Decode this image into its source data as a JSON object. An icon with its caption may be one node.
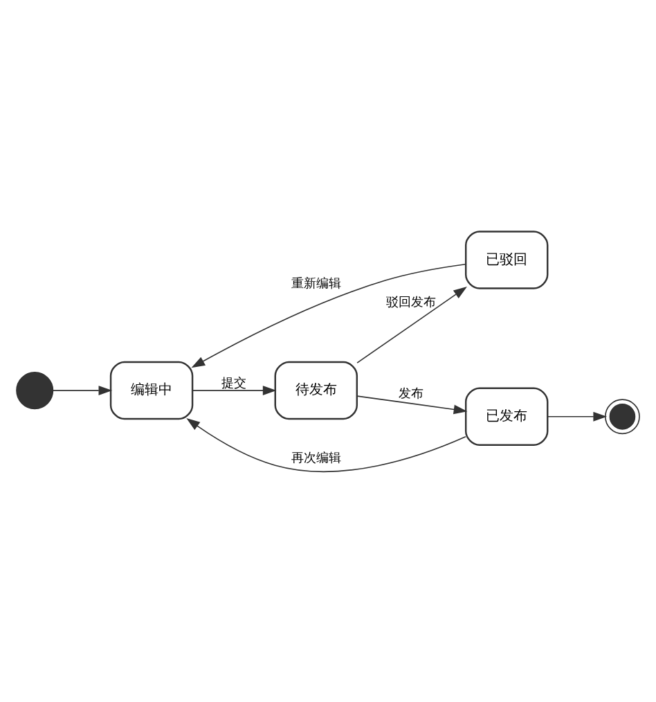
{
  "diagram": {
    "nodes": [
      {
        "text": [],
        "shape": "circle"
      },
      {
        "text": [
          "编辑中"
        ]
      },
      {
        "text": [
          "待发布"
        ]
      },
      {
        "text": [
          "已驳回"
        ]
      },
      {
        "text": [
          "已发布"
        ]
      },
      {
        "text": [],
        "shape": "bullseye"
      }
    ],
    "edges": [
      {
        "from": 0,
        "to": 1,
        "arrow": "to"
      },
      {
        "from": 1,
        "to": 2,
        "label": "提交",
        "arrow": "to"
      },
      {
        "from": 2,
        "to": 3,
        "label": "驳回发布",
        "arrow": "to"
      },
      {
        "from": 3,
        "to": 1,
        "label": "重新编辑",
        "arrow": "to"
      },
      {
        "from": 2,
        "to": 4,
        "label": "发布",
        "arrow": "to"
      },
      {
        "from": 4,
        "to": 1,
        "label": "再次编辑",
        "arrow": "to"
      },
      {
        "from": 4,
        "to": 5,
        "arrow": "to"
      }
    ]
  }
}
